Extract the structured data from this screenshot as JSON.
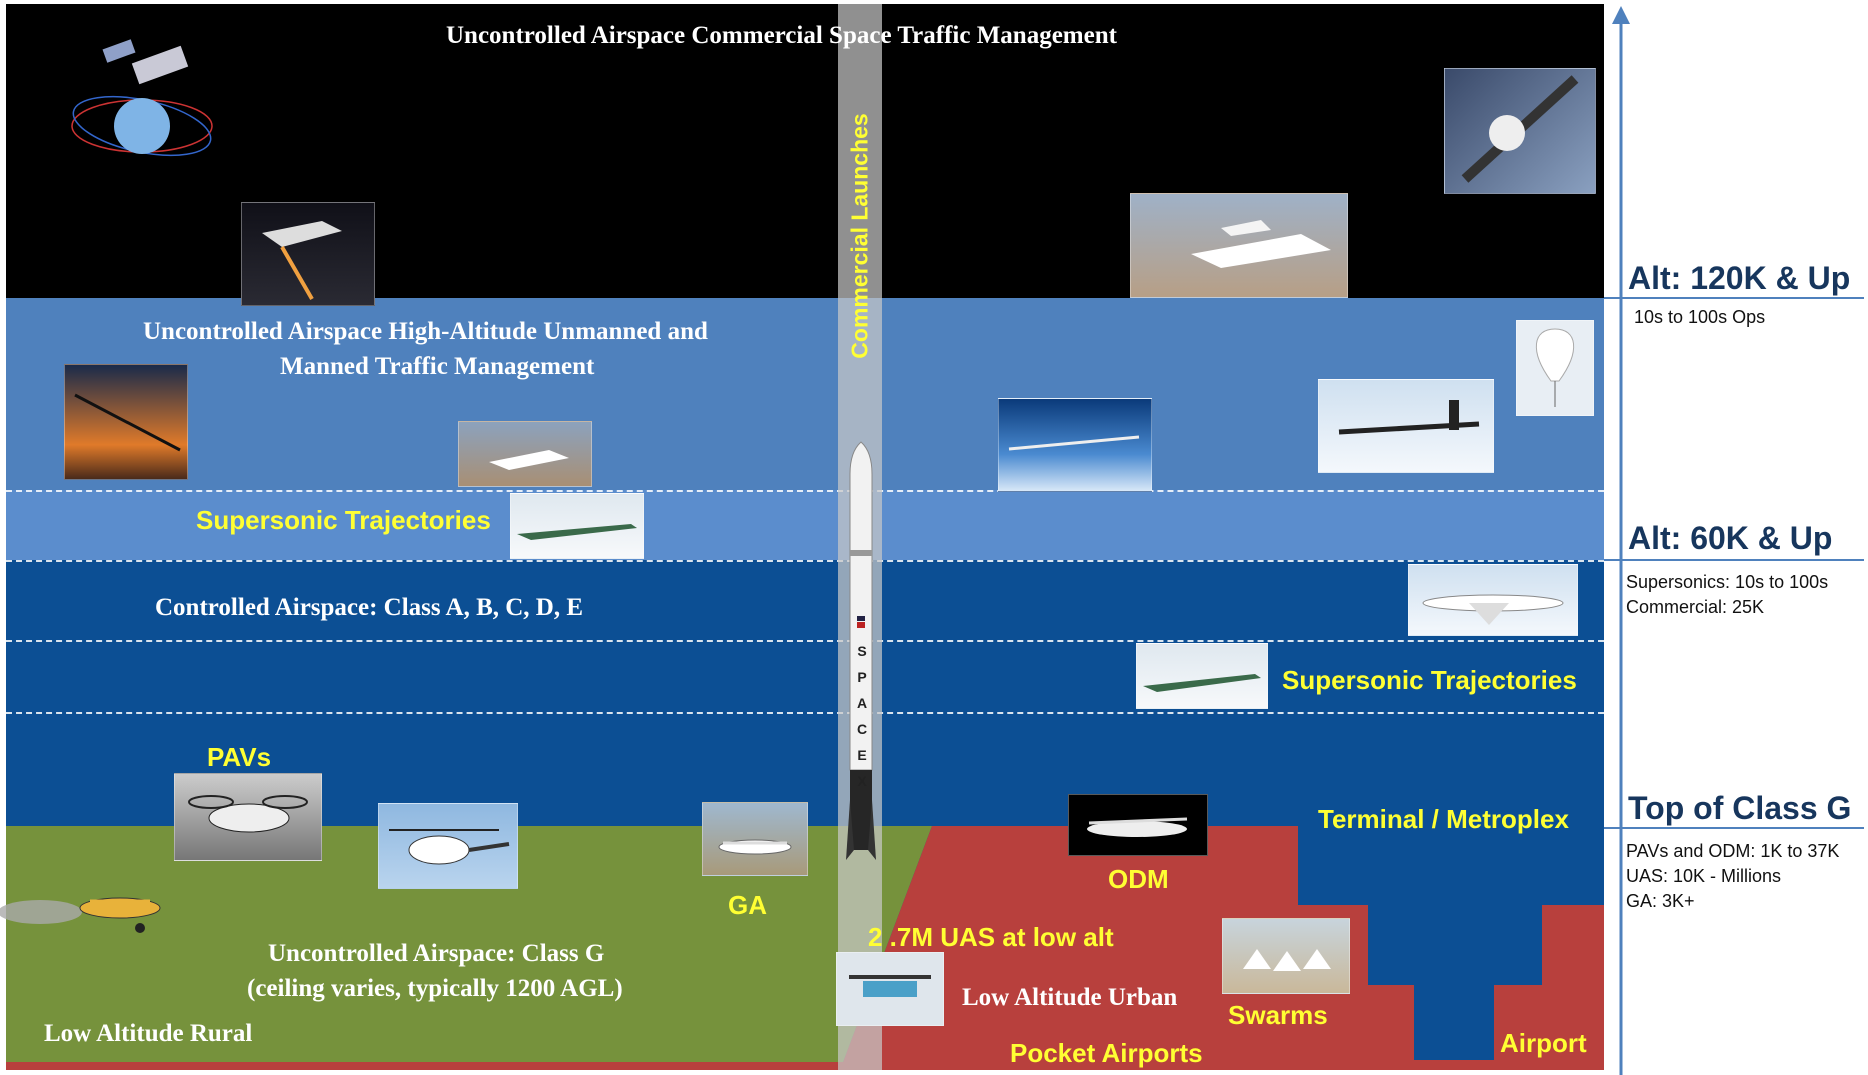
{
  "colors": {
    "space": "#000000",
    "high_altitude": "#4f81bd",
    "supersonic_band": "#5a8ccc",
    "controlled": "#0c4f94",
    "class_g": "#76923c",
    "urban": "#b8403d",
    "launch_column": "#c8c8c8",
    "arrow": "#4f81bd",
    "label_yellow": "#ffff33"
  },
  "bands": {
    "space_title": "Uncontrolled Airspace Commercial Space Traffic Management",
    "high_alt_title_line1": "Uncontrolled Airspace High-Altitude Unmanned and",
    "high_alt_title_line2": "Manned Traffic Management",
    "supersonic_left": "Supersonic Trajectories",
    "controlled_title": "Controlled Airspace: Class A, B, C, D, E",
    "supersonic_right": "Supersonic Trajectories",
    "class_g_line1": "Uncontrolled Airspace: Class G",
    "class_g_line2": "(ceiling varies, typically 1200 AGL)",
    "low_alt_rural": "Low Altitude Rural",
    "low_alt_urban": "Low Altitude Urban",
    "terminal": "Terminal / Metroplex"
  },
  "labels": {
    "commercial_launches": "Commercial Launches",
    "pavs": "PAVs",
    "ga": "GA",
    "odm": "ODM",
    "uas_count": "2 .7M UAS at low alt",
    "swarms": "Swarms",
    "pocket_airports": "Pocket  Airports",
    "airport": "Airport",
    "spacex": "SPACEX"
  },
  "altitude_scale": {
    "levels": [
      {
        "title": "Alt:  120K & Up",
        "lines": [
          "10s to 100s Ops"
        ]
      },
      {
        "title": "Alt:  60K & Up",
        "lines": [
          "Supersonics: 10s to 100s",
          "Commercial:  25K"
        ]
      },
      {
        "title": "Top of Class G",
        "lines": [
          "PAVs and ODM: 1K to 37K",
          "UAS:  10K - Millions",
          "GA:  3K+"
        ]
      }
    ]
  },
  "icons": [
    "satellite-constellation-icon",
    "spaceplane-launch-icon",
    "space-capsule-icon",
    "spaceplane-carrier-icon",
    "solar-drone-icon",
    "spaceplane-glide-icon",
    "high-alt-glider-icon",
    "u2-aircraft-icon",
    "stratospheric-balloon-icon",
    "supersonic-jet-icon",
    "rocket-icon",
    "airliner-icon",
    "pav-icon",
    "helicopter-icon",
    "ga-aircraft-icon",
    "crop-duster-icon",
    "odm-aircraft-icon",
    "delivery-drone-icon",
    "drone-swarm-icon"
  ]
}
